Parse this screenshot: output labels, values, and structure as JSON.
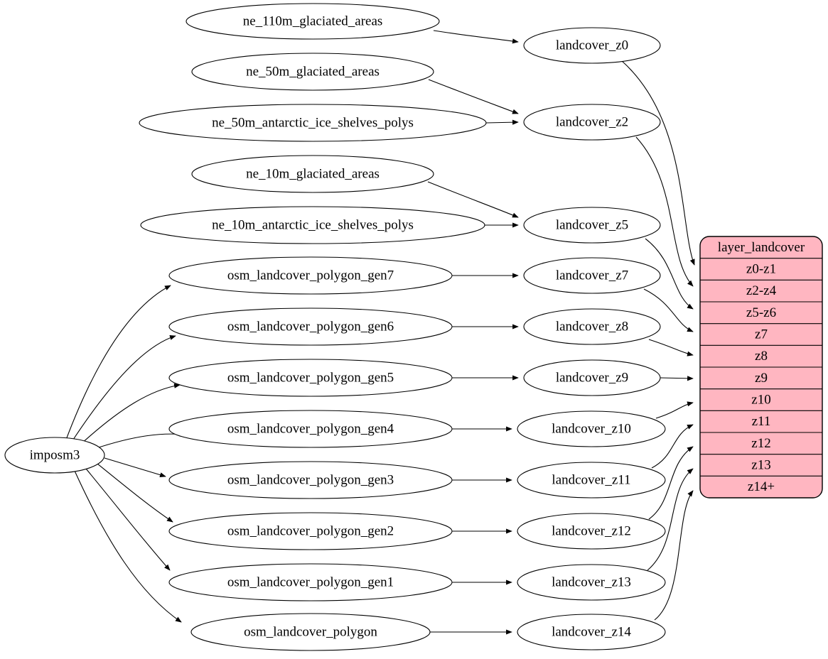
{
  "diagram": {
    "type": "dependency-graph",
    "background": "#ffffff",
    "node_fill": "#ffffff",
    "node_stroke": "#000000",
    "edge_color": "#000000",
    "nodes": [
      {
        "id": "imposm3",
        "label": "imposm3"
      },
      {
        "id": "ne_110m_glaciated_areas",
        "label": "ne_110m_glaciated_areas"
      },
      {
        "id": "ne_50m_glaciated_areas",
        "label": "ne_50m_glaciated_areas"
      },
      {
        "id": "ne_50m_antarctic_ice_shelves_polys",
        "label": "ne_50m_antarctic_ice_shelves_polys"
      },
      {
        "id": "ne_10m_glaciated_areas",
        "label": "ne_10m_glaciated_areas"
      },
      {
        "id": "ne_10m_antarctic_ice_shelves_polys",
        "label": "ne_10m_antarctic_ice_shelves_polys"
      },
      {
        "id": "osm_landcover_polygon_gen7",
        "label": "osm_landcover_polygon_gen7"
      },
      {
        "id": "osm_landcover_polygon_gen6",
        "label": "osm_landcover_polygon_gen6"
      },
      {
        "id": "osm_landcover_polygon_gen5",
        "label": "osm_landcover_polygon_gen5"
      },
      {
        "id": "osm_landcover_polygon_gen4",
        "label": "osm_landcover_polygon_gen4"
      },
      {
        "id": "osm_landcover_polygon_gen3",
        "label": "osm_landcover_polygon_gen3"
      },
      {
        "id": "osm_landcover_polygon_gen2",
        "label": "osm_landcover_polygon_gen2"
      },
      {
        "id": "osm_landcover_polygon_gen1",
        "label": "osm_landcover_polygon_gen1"
      },
      {
        "id": "osm_landcover_polygon",
        "label": "osm_landcover_polygon"
      },
      {
        "id": "landcover_z0",
        "label": "landcover_z0"
      },
      {
        "id": "landcover_z2",
        "label": "landcover_z2"
      },
      {
        "id": "landcover_z5",
        "label": "landcover_z5"
      },
      {
        "id": "landcover_z7",
        "label": "landcover_z7"
      },
      {
        "id": "landcover_z8",
        "label": "landcover_z8"
      },
      {
        "id": "landcover_z9",
        "label": "landcover_z9"
      },
      {
        "id": "landcover_z10",
        "label": "landcover_z10"
      },
      {
        "id": "landcover_z11",
        "label": "landcover_z11"
      },
      {
        "id": "landcover_z12",
        "label": "landcover_z12"
      },
      {
        "id": "landcover_z13",
        "label": "landcover_z13"
      },
      {
        "id": "landcover_z14",
        "label": "landcover_z14"
      }
    ],
    "record": {
      "id": "layer_landcover",
      "title": "layer_landcover",
      "fill": "#ffb6c1",
      "stroke": "#000000",
      "rows": [
        "z0-z1",
        "z2-z4",
        "z5-z6",
        "z7",
        "z8",
        "z9",
        "z10",
        "z11",
        "z12",
        "z13",
        "z14+"
      ]
    },
    "edges": [
      {
        "from": "ne_110m_glaciated_areas",
        "to": "landcover_z0"
      },
      {
        "from": "ne_50m_glaciated_areas",
        "to": "landcover_z2"
      },
      {
        "from": "ne_50m_antarctic_ice_shelves_polys",
        "to": "landcover_z2"
      },
      {
        "from": "ne_10m_glaciated_areas",
        "to": "landcover_z5"
      },
      {
        "from": "ne_10m_antarctic_ice_shelves_polys",
        "to": "landcover_z5"
      },
      {
        "from": "imposm3",
        "to": "osm_landcover_polygon_gen7"
      },
      {
        "from": "imposm3",
        "to": "osm_landcover_polygon_gen6"
      },
      {
        "from": "imposm3",
        "to": "osm_landcover_polygon_gen5"
      },
      {
        "from": "imposm3",
        "to": "osm_landcover_polygon_gen4"
      },
      {
        "from": "imposm3",
        "to": "osm_landcover_polygon_gen3"
      },
      {
        "from": "imposm3",
        "to": "osm_landcover_polygon_gen2"
      },
      {
        "from": "imposm3",
        "to": "osm_landcover_polygon_gen1"
      },
      {
        "from": "imposm3",
        "to": "osm_landcover_polygon"
      },
      {
        "from": "osm_landcover_polygon_gen7",
        "to": "landcover_z7"
      },
      {
        "from": "osm_landcover_polygon_gen6",
        "to": "landcover_z8"
      },
      {
        "from": "osm_landcover_polygon_gen5",
        "to": "landcover_z9"
      },
      {
        "from": "osm_landcover_polygon_gen4",
        "to": "landcover_z10"
      },
      {
        "from": "osm_landcover_polygon_gen3",
        "to": "landcover_z11"
      },
      {
        "from": "osm_landcover_polygon_gen2",
        "to": "landcover_z12"
      },
      {
        "from": "osm_landcover_polygon_gen1",
        "to": "landcover_z13"
      },
      {
        "from": "osm_landcover_polygon",
        "to": "landcover_z14"
      },
      {
        "from": "landcover_z0",
        "to": "layer_landcover",
        "row": "z0-z1"
      },
      {
        "from": "landcover_z2",
        "to": "layer_landcover",
        "row": "z2-z4"
      },
      {
        "from": "landcover_z5",
        "to": "layer_landcover",
        "row": "z5-z6"
      },
      {
        "from": "landcover_z7",
        "to": "layer_landcover",
        "row": "z7"
      },
      {
        "from": "landcover_z8",
        "to": "layer_landcover",
        "row": "z8"
      },
      {
        "from": "landcover_z9",
        "to": "layer_landcover",
        "row": "z9"
      },
      {
        "from": "landcover_z10",
        "to": "layer_landcover",
        "row": "z10"
      },
      {
        "from": "landcover_z11",
        "to": "layer_landcover",
        "row": "z11"
      },
      {
        "from": "landcover_z12",
        "to": "layer_landcover",
        "row": "z12"
      },
      {
        "from": "landcover_z13",
        "to": "layer_landcover",
        "row": "z13"
      },
      {
        "from": "landcover_z14",
        "to": "layer_landcover",
        "row": "z14+"
      }
    ]
  }
}
